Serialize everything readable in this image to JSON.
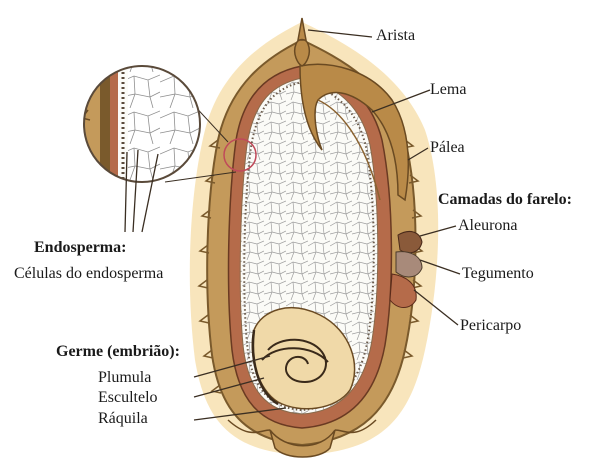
{
  "labels": {
    "arista": "Arista",
    "lema": "Lema",
    "palea": "Pálea",
    "camadas_title": "Camadas do farelo:",
    "aleurona": "Aleurona",
    "tegumento": "Tegumento",
    "pericarpo": "Pericarpo",
    "endosperma_title": "Endosperma:",
    "endosperma_cells": "Células do endosperma",
    "germe_title": "Germe (embrião):",
    "plumula": "Plumula",
    "escultelo": "Escultelo",
    "raquila": "Ráquila"
  },
  "colors": {
    "halo": "#f7e1b0",
    "husk": "#c49a5b",
    "husk_dark": "#7a5a2c",
    "pericarp": "#b56b4a",
    "endosperm": "#fbfbf7",
    "cell_line": "#9a9a9a",
    "germ": "#f0d9a8",
    "leader": "#3a2e22",
    "magnifier_ring": "#c04a5a"
  }
}
